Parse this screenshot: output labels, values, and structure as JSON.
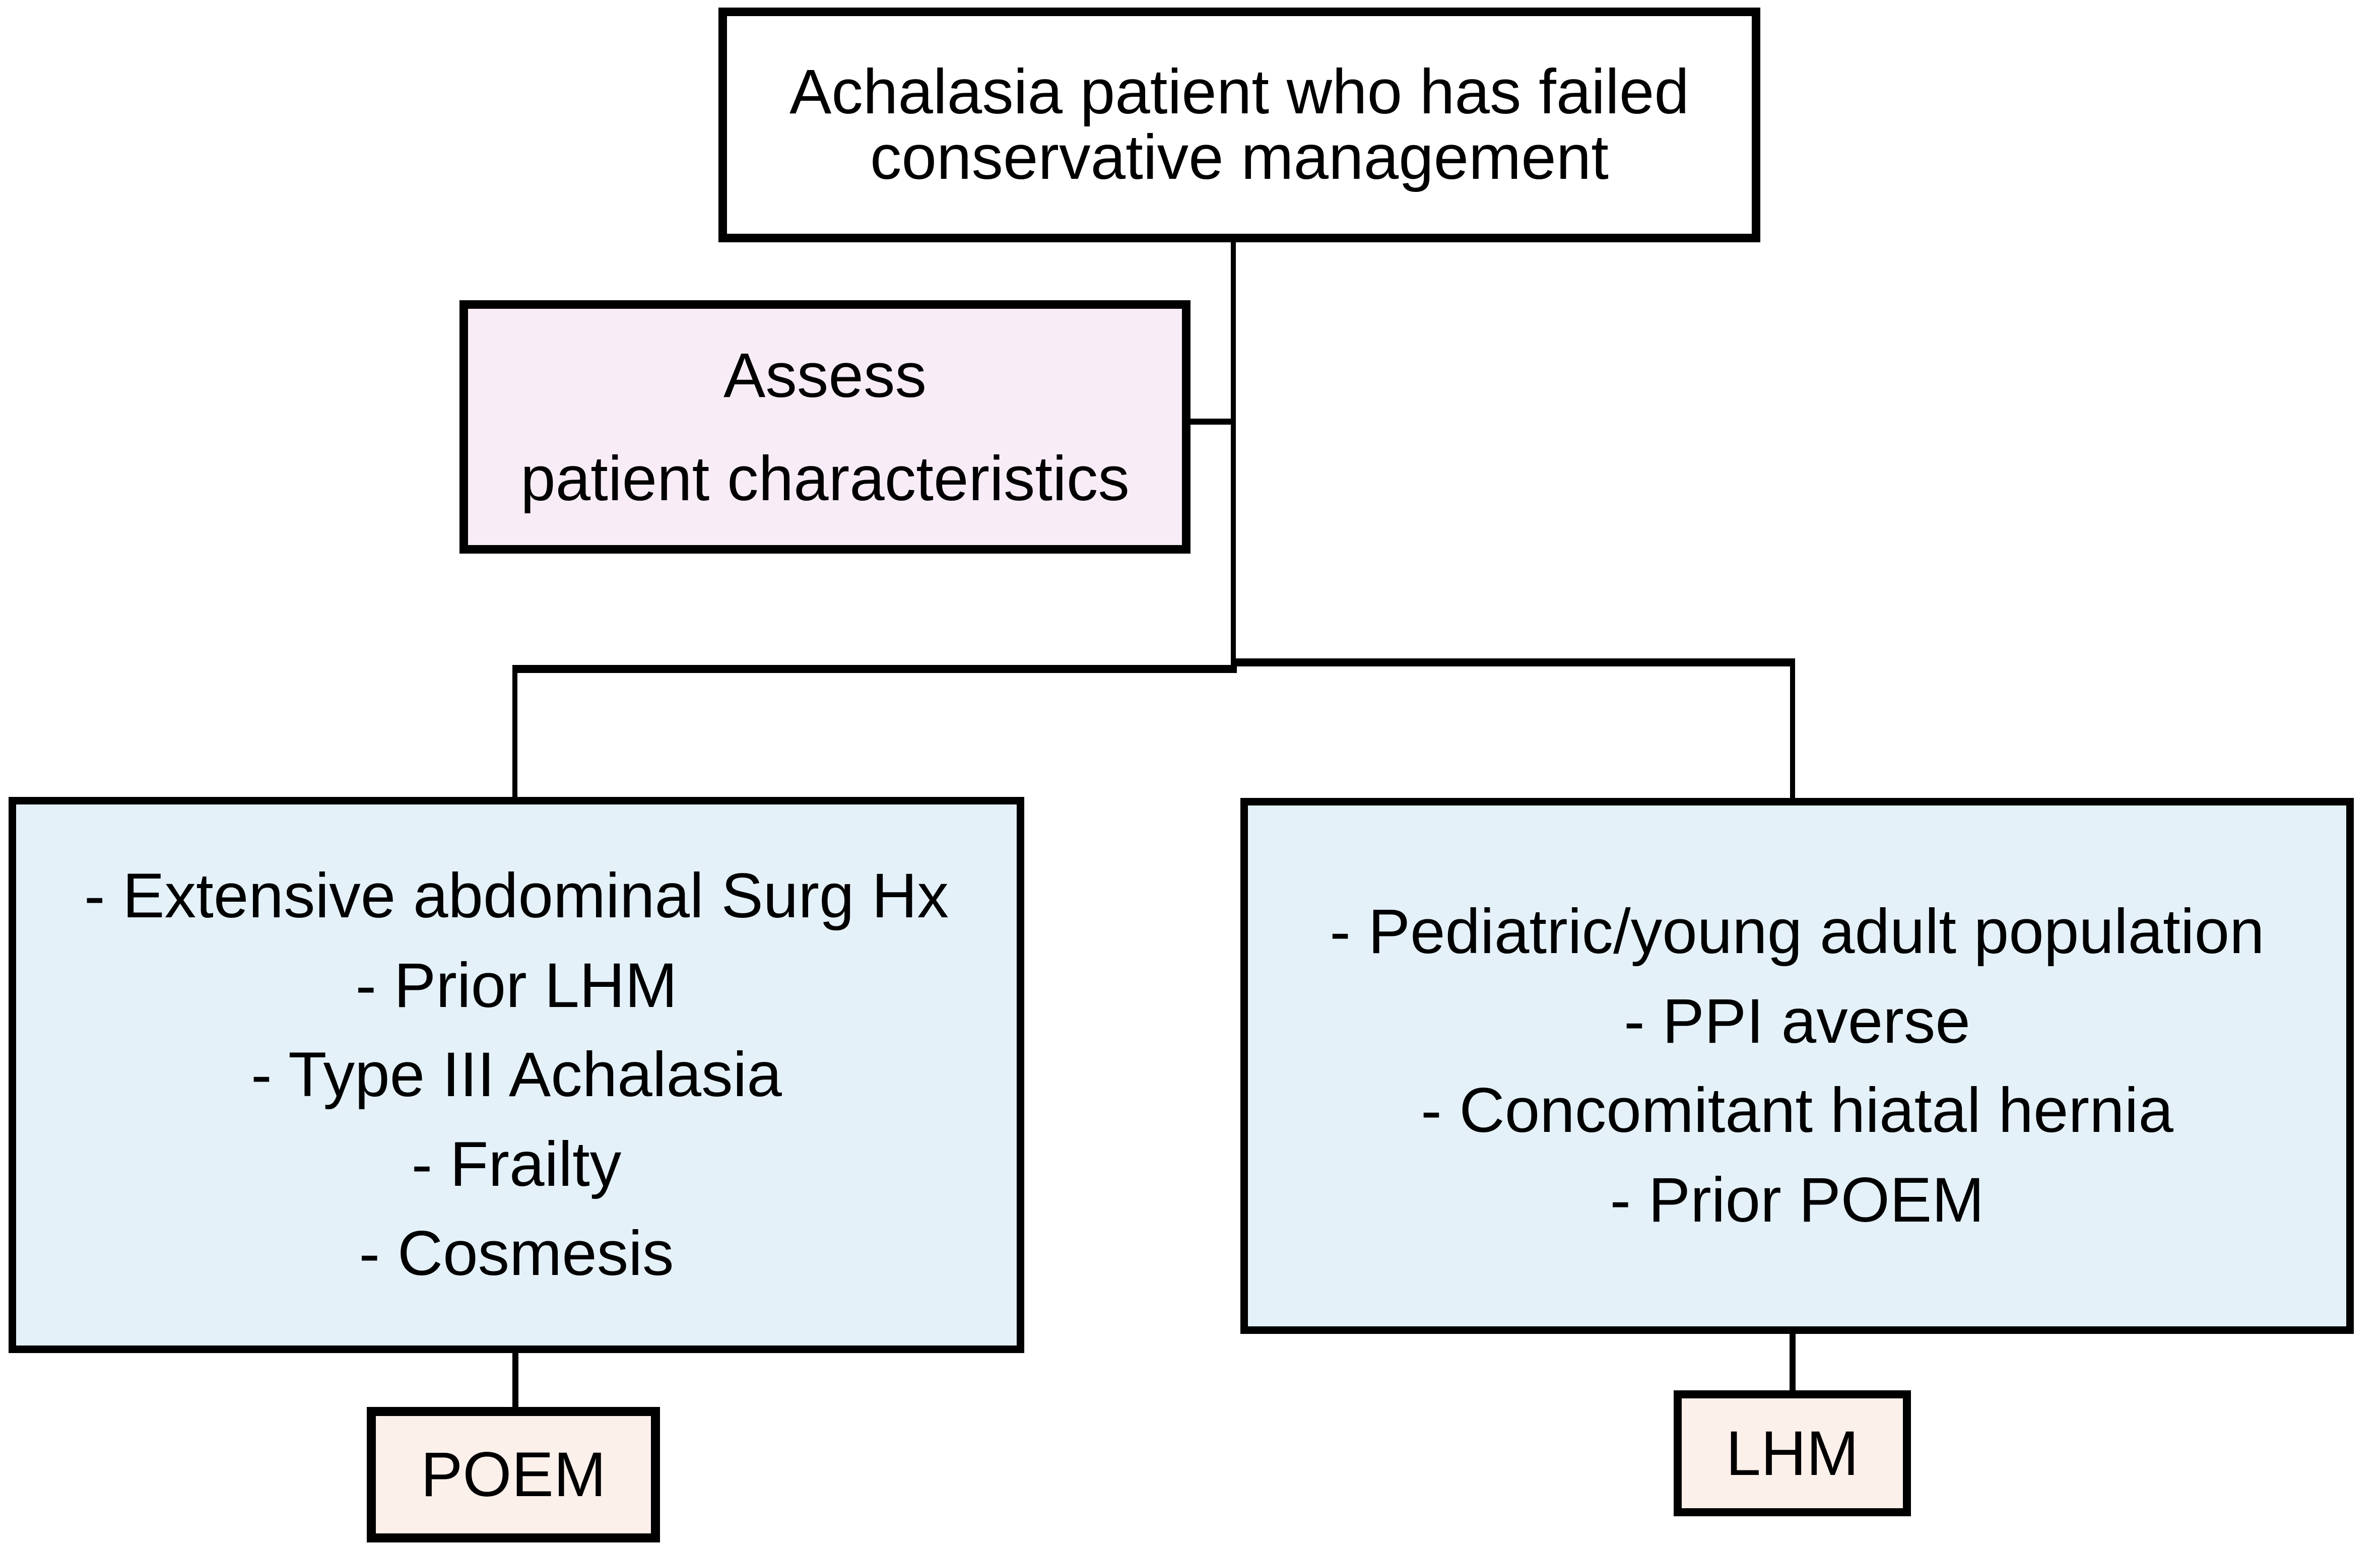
{
  "diagram": {
    "type": "flowchart",
    "background_color": "#ffffff",
    "connector_color": "#000000",
    "text_color": "#000000",
    "nodes": {
      "root": {
        "lines": [
          "Achalasia patient who has failed",
          "conservative management"
        ],
        "fill": "#ffffff"
      },
      "assess": {
        "lines": [
          "Assess",
          "patient characteristics"
        ],
        "fill": "#f8edf7"
      },
      "left_criteria": {
        "items": [
          "- Extensive abdominal Surg Hx",
          "- Prior LHM",
          "- Type III Achalasia",
          "- Frailty",
          "- Cosmesis"
        ],
        "fill": "#e4f1f9"
      },
      "right_criteria": {
        "items": [
          "- Pediatric/young adult population",
          "- PPI averse",
          "- Concomitant hiatal hernia",
          "- Prior POEM"
        ],
        "fill": "#e4f1f9"
      },
      "poem": {
        "label": "POEM",
        "fill": "#fbf0ea"
      },
      "lhm": {
        "label": "LHM",
        "fill": "#fbf0ea"
      }
    }
  }
}
